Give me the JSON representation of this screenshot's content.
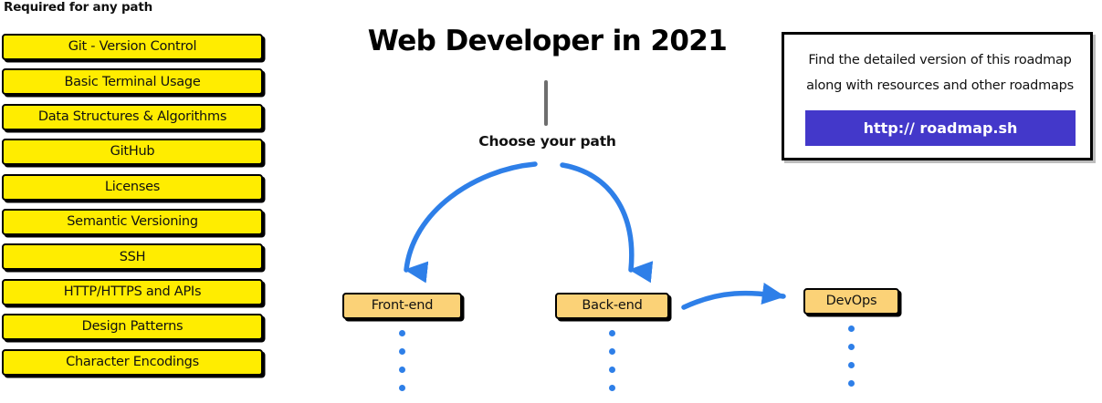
{
  "left_column": {
    "heading": "Required for any path",
    "items": [
      {
        "label": "Git - Version Control"
      },
      {
        "label": "Basic Terminal Usage"
      },
      {
        "label": "Data Structures & Algorithms"
      },
      {
        "label": "GitHub"
      },
      {
        "label": "Licenses"
      },
      {
        "label": "Semantic Versioning"
      },
      {
        "label": "SSH"
      },
      {
        "label": "HTTP/HTTPS and APIs"
      },
      {
        "label": "Design Patterns"
      },
      {
        "label": "Character Encodings"
      }
    ]
  },
  "center": {
    "title": "Web Developer in 2021",
    "choose_label": "Choose your path",
    "paths": [
      {
        "label": "Front-end"
      },
      {
        "label": "Back-end"
      },
      {
        "label": "DevOps"
      }
    ]
  },
  "info_box": {
    "line1": "Find the detailed version of this roadmap",
    "line2": "along with resources and other roadmaps",
    "link_label": "http:// roadmap.sh"
  },
  "colors": {
    "required_box_fill": "#ffed00",
    "path_box_fill": "#fbd277",
    "arrow_blue": "#2e7fe8",
    "link_button": "#4338ca",
    "trunk_gray": "#6e6e6e",
    "outline": "#000000",
    "background": "#ffffff"
  }
}
